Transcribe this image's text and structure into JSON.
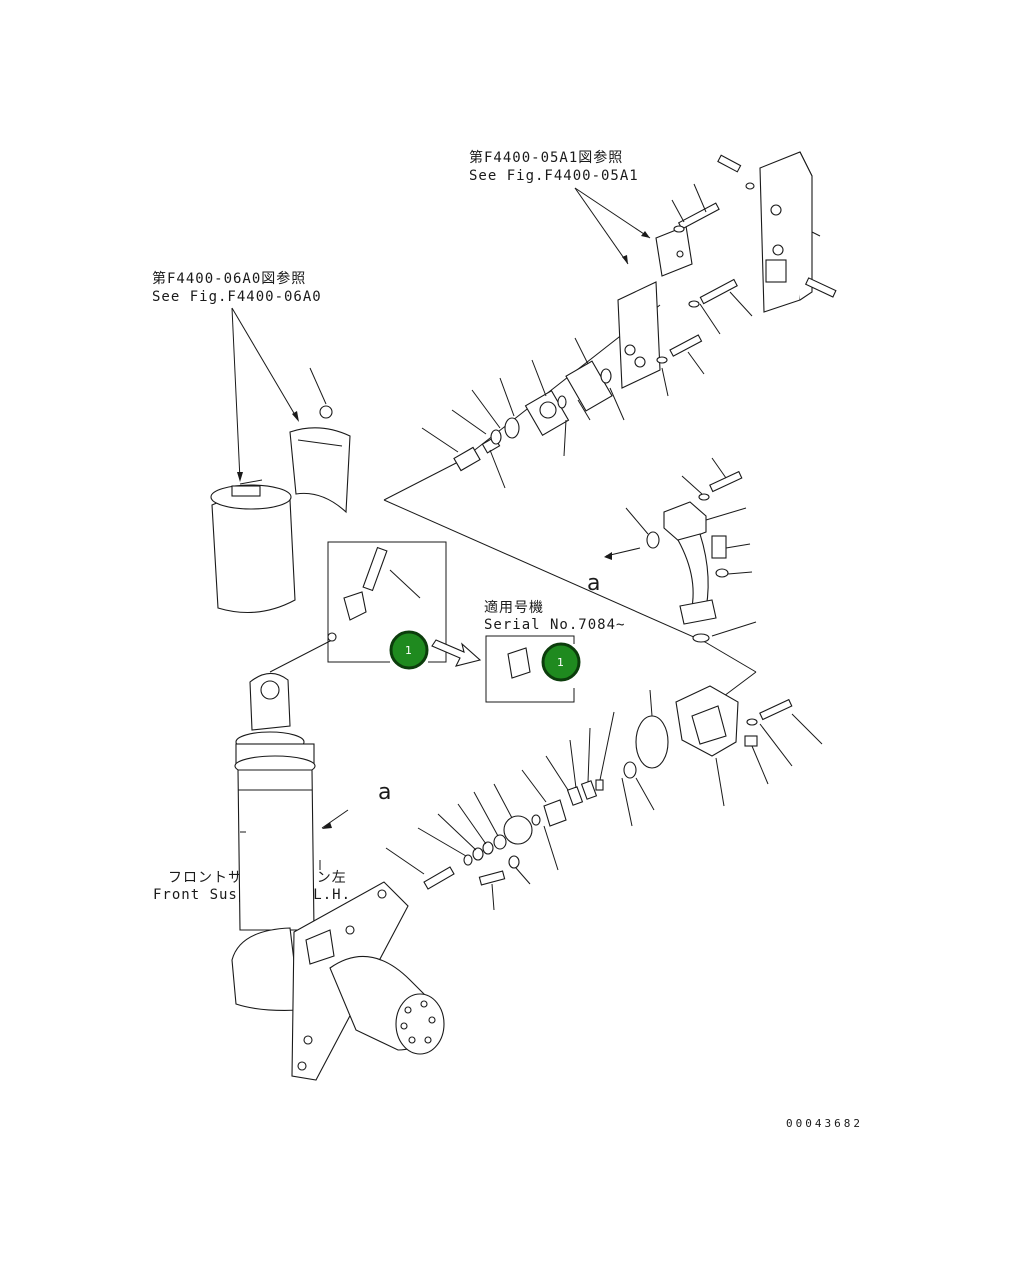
{
  "references": {
    "fig_05a1_jp": "第F4400-05A1図参照",
    "fig_05a1_en": "See Fig.F4400-05A1",
    "fig_06a0_jp": "第F4400-06A0図参照",
    "fig_06a0_en": "See Fig.F4400-06A0"
  },
  "serial": {
    "jp": "適用号機",
    "en": "Serial No.7084~"
  },
  "suspension": {
    "jp": "フロントサスペンション左",
    "en": "Front Suspension L.H."
  },
  "view_markers": {
    "upper": "a",
    "lower": "a"
  },
  "callouts": {
    "old": "1",
    "new": "1"
  },
  "drawing_code": "00043682",
  "colors": {
    "callout_fill": "#1f8a1f",
    "line": "#1a1a1a"
  }
}
